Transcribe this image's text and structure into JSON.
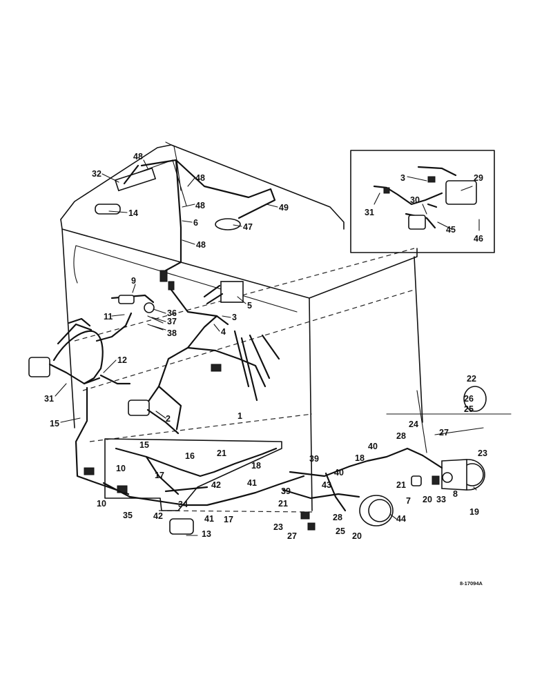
{
  "drawing_code": "8-17094A",
  "callouts": {
    "c48a": "48",
    "c32": "32",
    "c48b": "48",
    "c48c": "48",
    "c14": "14",
    "c49": "49",
    "c47": "47",
    "c6": "6",
    "c48d": "48",
    "c9": "9",
    "c36": "36",
    "c37": "37",
    "c38": "38",
    "c11": "11",
    "c5": "5",
    "c3a": "3",
    "c4": "4",
    "c12": "12",
    "c31a": "31",
    "c15a": "15",
    "c2": "2",
    "c1": "1",
    "c15b": "15",
    "c16": "16",
    "c21a": "21",
    "c18a": "18",
    "c10a": "10",
    "c17a": "17",
    "c42a": "42",
    "c10b": "10",
    "c34": "34",
    "c35": "35",
    "c41a": "41",
    "c17b": "17",
    "c42b": "42",
    "c13": "13",
    "c39a": "39",
    "c41b": "41",
    "c39b": "39",
    "c21b": "21",
    "c43": "43",
    "c40a": "40",
    "c18b": "18",
    "c40b": "40",
    "c23a": "23",
    "c28a": "28",
    "c27a": "27",
    "c25a": "25",
    "c20a": "20",
    "c44": "44",
    "c24": "24",
    "c28b": "28",
    "c27b": "27",
    "c25b": "25",
    "c26": "26",
    "c22": "22",
    "c23b": "23",
    "c21c": "21",
    "c7": "7",
    "c20b": "20",
    "c33": "33",
    "c8": "8",
    "c19": "19",
    "c3b": "3",
    "c29": "29",
    "c31b": "31",
    "c30": "30",
    "c45": "45",
    "c46": "46"
  }
}
